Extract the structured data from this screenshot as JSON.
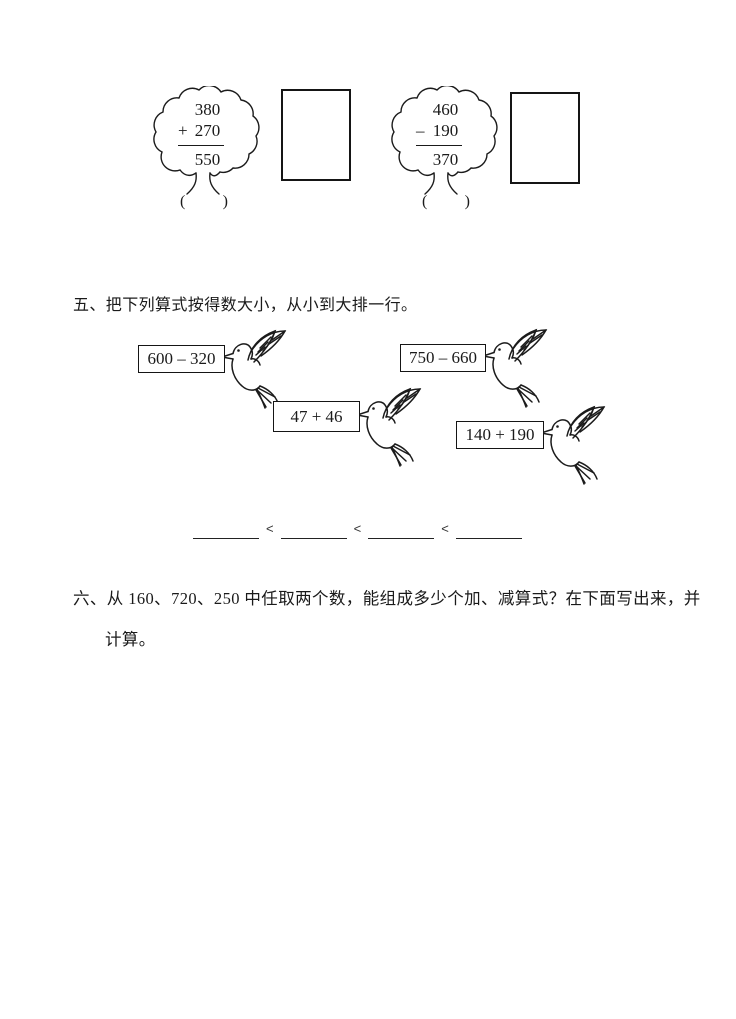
{
  "page": {
    "background": "#ffffff",
    "ink": "#1a1a1a"
  },
  "problem_four": {
    "trees": [
      {
        "operand_top": "380",
        "operator": "+",
        "operand_bottom": "270",
        "stated_result": "550",
        "paren_open": "(",
        "paren_close": ")"
      },
      {
        "operand_top": "460",
        "operator": "–",
        "operand_bottom": "190",
        "stated_result": "370",
        "paren_open": "(",
        "paren_close": ")"
      }
    ]
  },
  "section_five": {
    "heading": "五、把下列算式按得数大小，从小到大排一行。",
    "expressions": [
      "600 – 320",
      "750 – 660",
      "47 + 46",
      "140 + 190"
    ],
    "comparison_symbol": "<"
  },
  "section_six": {
    "heading_line1": "六、从 160、720、250 中任取两个数，能组成多少个加、减算式？在下面写出来，并",
    "heading_line2": "计算。"
  }
}
